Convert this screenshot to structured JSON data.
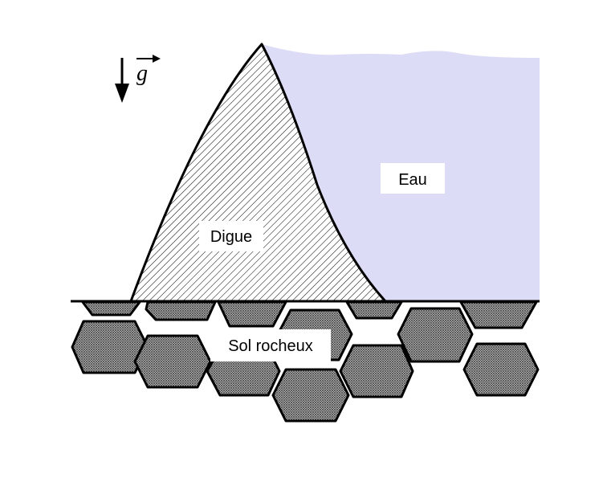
{
  "labels": {
    "gravity": "g",
    "water": "Eau",
    "dam": "Digue",
    "ground": "Sol rocheux"
  },
  "colors": {
    "water": "#dcdcf6",
    "rock_hatch": "#555555",
    "dam_hatch": "#000000",
    "outline": "#000000"
  },
  "icons": {
    "gravity": "down-arrow-icon",
    "vector": "vector-arrow-icon"
  }
}
